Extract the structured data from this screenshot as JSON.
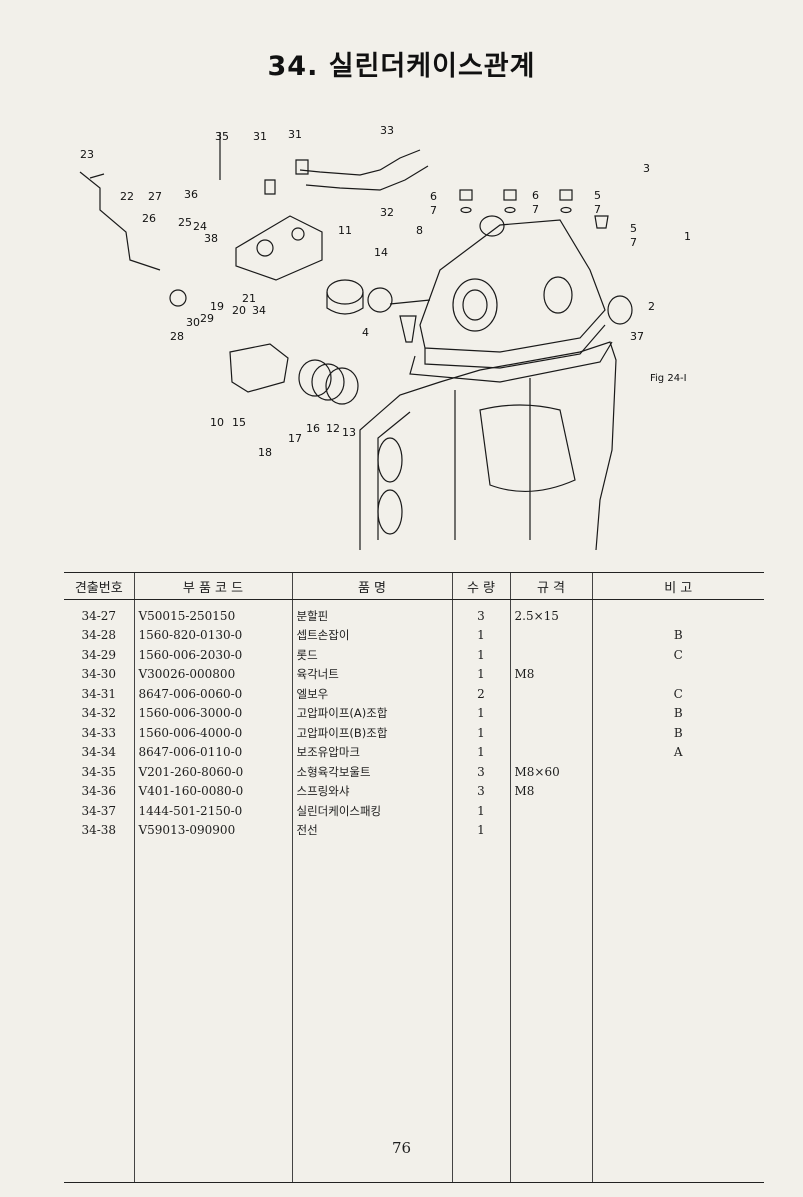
{
  "page": {
    "title": "34.  실린더케이스관계",
    "number": "76"
  },
  "diagram": {
    "callouts": [
      "23",
      "22",
      "27",
      "26",
      "25",
      "24",
      "38",
      "35",
      "31",
      "31",
      "33",
      "36",
      "32",
      "21",
      "34",
      "20",
      "19",
      "30",
      "29",
      "28",
      "11",
      "14",
      "8",
      "6",
      "7",
      "6",
      "7",
      "5",
      "7",
      "5",
      "7",
      "3",
      "1",
      "2",
      "4",
      "37",
      "10",
      "15",
      "17",
      "16",
      "12",
      "13",
      "18"
    ],
    "fig_ref": "Fig 24-I"
  },
  "table": {
    "headers": {
      "ref": "견출번호",
      "code": "부 품 코 드",
      "name": "품 명",
      "qty": "수 량",
      "spec": "규 격",
      "note": "비 고"
    },
    "rows": [
      {
        "ref": "34-27",
        "code": "V50015-250150",
        "name": "분할핀",
        "qty": "3",
        "spec": "2.5×15",
        "note": ""
      },
      {
        "ref": "34-28",
        "code": "1560-820-0130-0",
        "name": "셉트손잡이",
        "qty": "1",
        "spec": "",
        "note": "B"
      },
      {
        "ref": "34-29",
        "code": "1560-006-2030-0",
        "name": "롯드",
        "qty": "1",
        "spec": "",
        "note": "C"
      },
      {
        "ref": "34-30",
        "code": "V30026-000800",
        "name": "육각너트",
        "qty": "1",
        "spec": "M8",
        "note": ""
      },
      {
        "ref": "34-31",
        "code": "8647-006-0060-0",
        "name": "엘보우",
        "qty": "2",
        "spec": "",
        "note": "C"
      },
      {
        "ref": "34-32",
        "code": "1560-006-3000-0",
        "name": "고압파이프(A)조합",
        "qty": "1",
        "spec": "",
        "note": "B"
      },
      {
        "ref": "34-33",
        "code": "1560-006-4000-0",
        "name": "고압파이프(B)조합",
        "qty": "1",
        "spec": "",
        "note": "B"
      },
      {
        "ref": "34-34",
        "code": "8647-006-0110-0",
        "name": "보조유압마크",
        "qty": "1",
        "spec": "",
        "note": "A"
      },
      {
        "ref": "34-35",
        "code": "V201-260-8060-0",
        "name": "소형육각보울트",
        "qty": "3",
        "spec": "M8×60",
        "note": ""
      },
      {
        "ref": "34-36",
        "code": "V401-160-0080-0",
        "name": "스프링와샤",
        "qty": "3",
        "spec": "M8",
        "note": ""
      },
      {
        "ref": "34-37",
        "code": "1444-501-2150-0",
        "name": "실린더케이스패킹",
        "qty": "1",
        "spec": "",
        "note": ""
      },
      {
        "ref": "34-38",
        "code": "V59013-090900",
        "name": "전선",
        "qty": "1",
        "spec": "",
        "note": ""
      }
    ]
  },
  "colors": {
    "paper": "#f2f0ea",
    "ink": "#1e1e1e"
  }
}
